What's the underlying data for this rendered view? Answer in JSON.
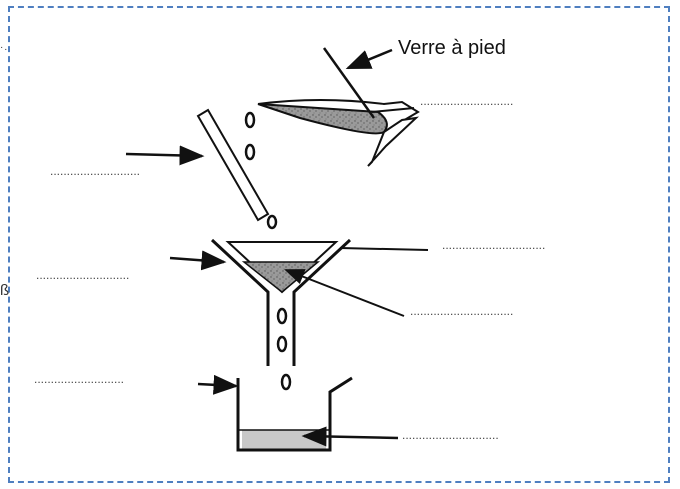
{
  "diagram": {
    "title_label": "Verre à pied",
    "blanks": [
      {
        "id": "blank-right-1",
        "text": "............................"
      },
      {
        "id": "blank-left-1",
        "text": "..........................."
      },
      {
        "id": "blank-right-2",
        "text": "..............................."
      },
      {
        "id": "blank-left-2",
        "text": "............................"
      },
      {
        "id": "blank-right-3",
        "text": "..............................."
      },
      {
        "id": "blank-left-3",
        "text": "..........................."
      },
      {
        "id": "blank-right-4",
        "text": "............................."
      }
    ],
    "drop_symbol": "0",
    "stray_dots": "·.",
    "stray_glyph": "ß"
  }
}
